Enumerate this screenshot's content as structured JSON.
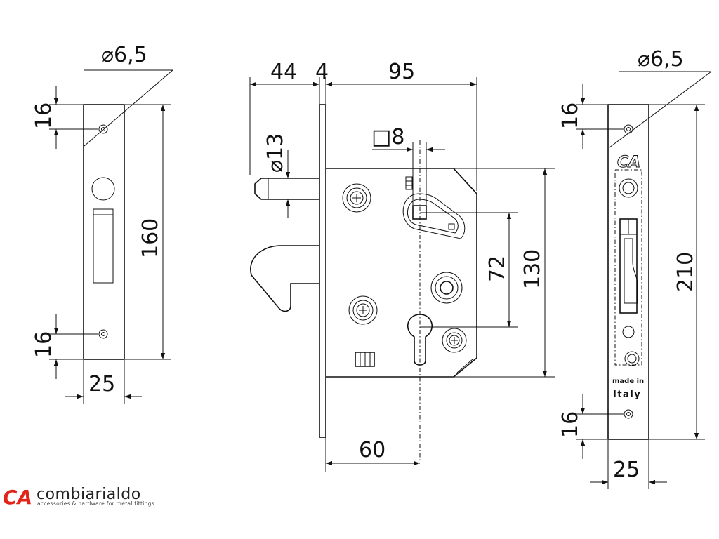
{
  "dimensions": {
    "left_plate": {
      "hole_diameter": "⌀6,5",
      "top_offset": "16",
      "height": "160",
      "bottom_offset": "16",
      "width": "25"
    },
    "lock_body": {
      "backset": "44",
      "faceplate_thickness": "4",
      "case_width": "95",
      "hook_diameter": "⌀13",
      "spindle_square": "□8",
      "axis_distance": "72",
      "case_height": "130",
      "spindle_to_edge": "60"
    },
    "right_plate": {
      "hole_diameter": "⌀6,5",
      "top_offset": "16",
      "height": "210",
      "bottom_offset": "16",
      "width": "25",
      "stamp_logo": "CA",
      "stamp_line1": "made in",
      "stamp_line2": "Italy"
    }
  },
  "brand": {
    "mark": "CA",
    "name": "combiarialdo",
    "tagline": "accessories & hardware for metal fittings",
    "color": "#e2231a"
  }
}
